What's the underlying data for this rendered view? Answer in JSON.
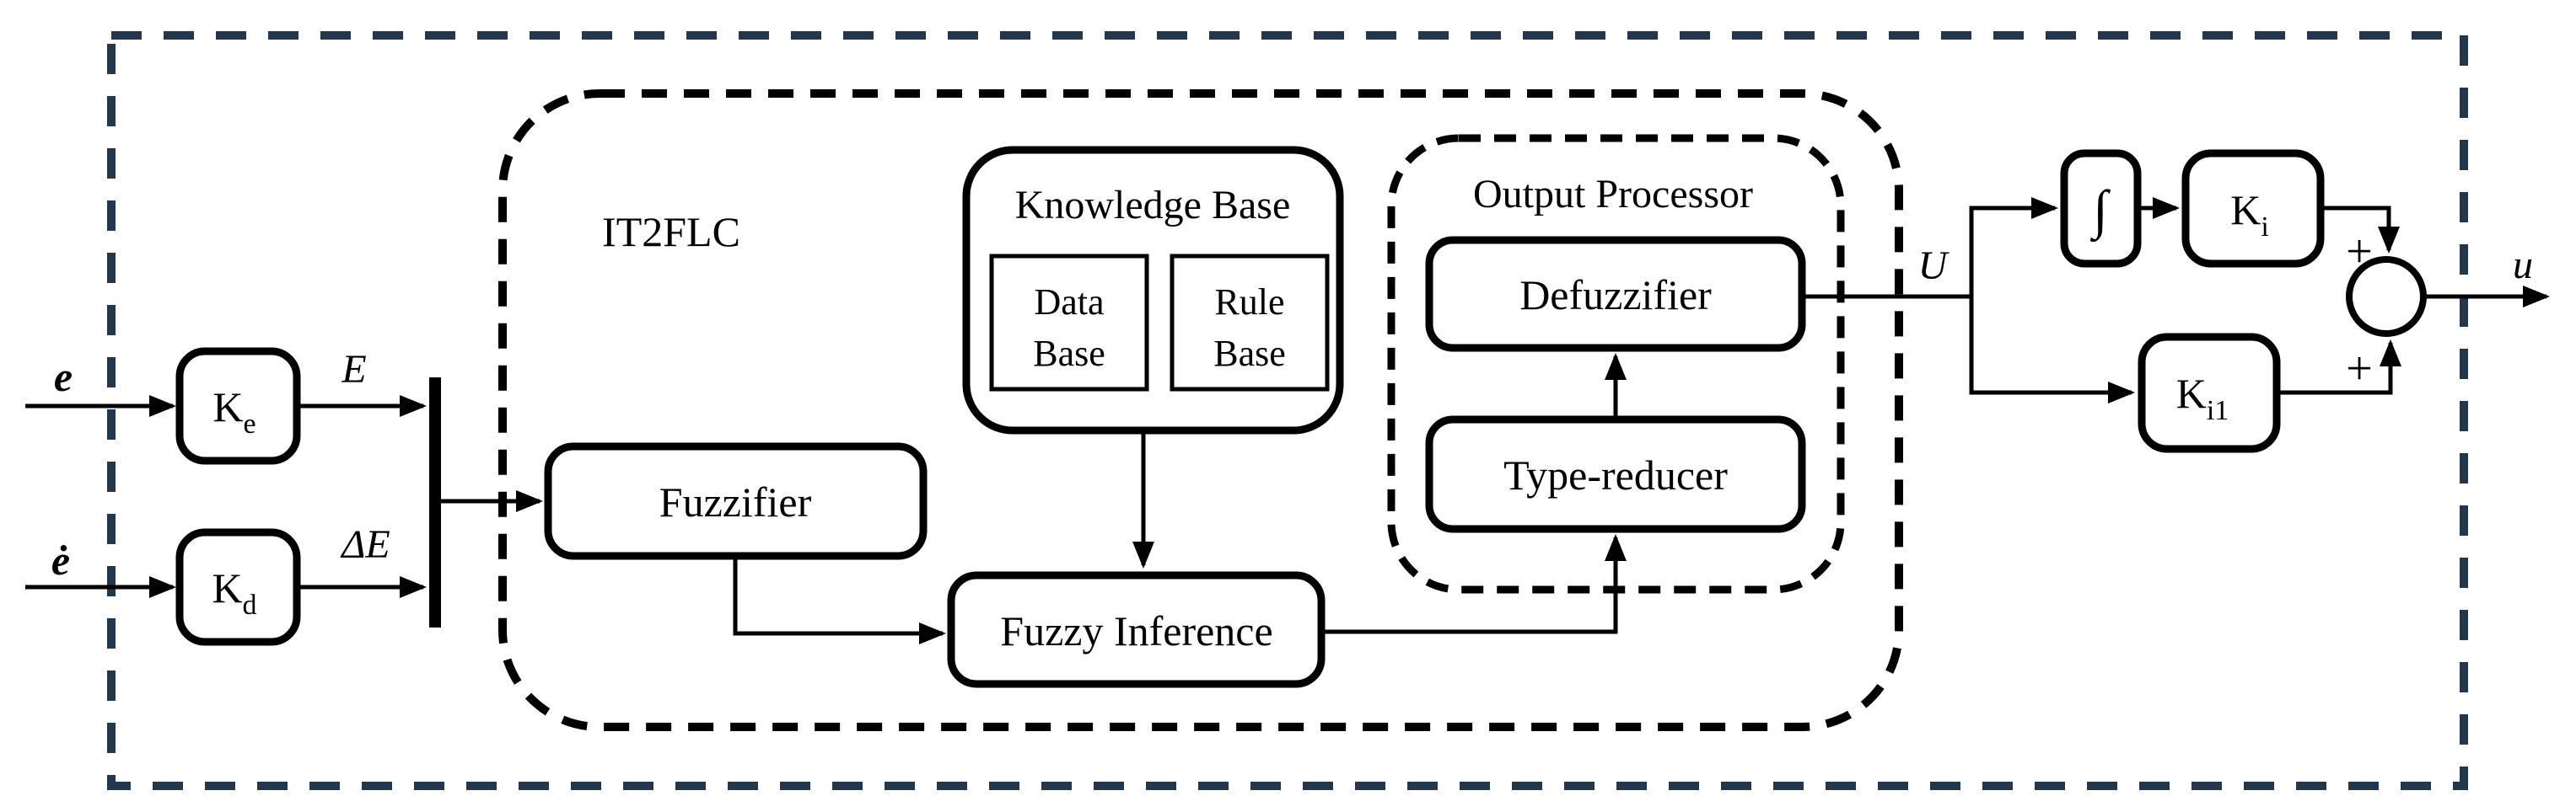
{
  "diagram": {
    "title": "IT2FLC fuzzy PI controller block diagram",
    "colors": {
      "outer_border": "#22374e",
      "line": "#000000",
      "background": "#ffffff"
    },
    "labels": {
      "input_e": "e",
      "input_e_dot": "ė",
      "signal_E": "E",
      "signal_delta_E": "ΔE",
      "gain_ke_base": "K",
      "gain_ke_sub": "e",
      "gain_kd_base": "K",
      "gain_kd_sub": "d",
      "it2flc": "IT2FLC",
      "fuzzifier": "Fuzzifier",
      "knowledge_base": "Knowledge Base",
      "data_base_line1": "Data",
      "data_base_line2": "Base",
      "rule_base_line1": "Rule",
      "rule_base_line2": "Base",
      "fuzzy_inference": "Fuzzy Inference",
      "output_processor": "Output Processor",
      "defuzzifier": "Defuzzifier",
      "type_reducer": "Type-reducer",
      "signal_U": "U",
      "integrator": "∫",
      "gain_ki_base": "K",
      "gain_ki_sub": "i",
      "gain_ki1_base": "K",
      "gain_ki1_sub": "i1",
      "plus_top": "+",
      "plus_bottom": "+",
      "output_u": "u"
    }
  }
}
